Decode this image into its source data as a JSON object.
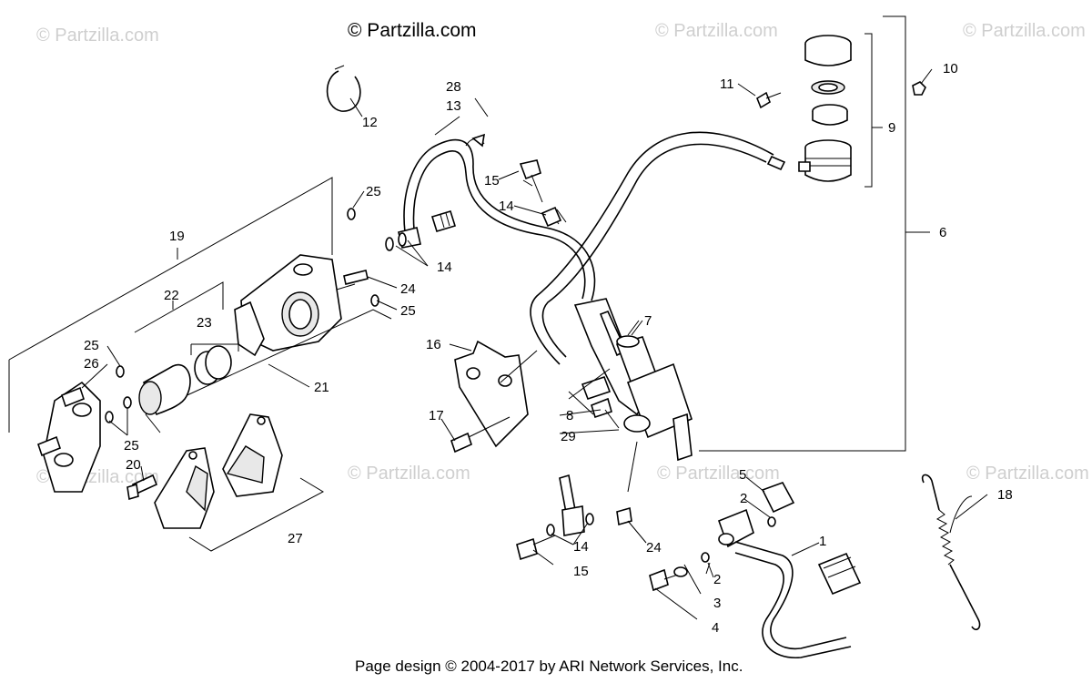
{
  "watermark": {
    "main": "© Partzilla.com",
    "repeat": "© Partzilla.com"
  },
  "footer": "Page design © 2004-2017 by ARI Network Services, Inc.",
  "callouts": {
    "c1": "1",
    "c2a": "2",
    "c2b": "2",
    "c3": "3",
    "c4": "4",
    "c5": "5",
    "c6": "6",
    "c7": "7",
    "c8": "8",
    "c9": "9",
    "c10": "10",
    "c11": "11",
    "c12": "12",
    "c13": "13",
    "c14a": "14",
    "c14b": "14",
    "c14c": "14",
    "c15a": "15",
    "c15b": "15",
    "c16": "16",
    "c17": "17",
    "c18": "18",
    "c19": "19",
    "c20": "20",
    "c21": "21",
    "c22": "22",
    "c23": "23",
    "c24a": "24",
    "c24b": "24",
    "c25a": "25",
    "c25b": "25",
    "c25c": "25",
    "c25d": "25",
    "c26": "26",
    "c27": "27",
    "c28": "28",
    "c29": "29"
  }
}
